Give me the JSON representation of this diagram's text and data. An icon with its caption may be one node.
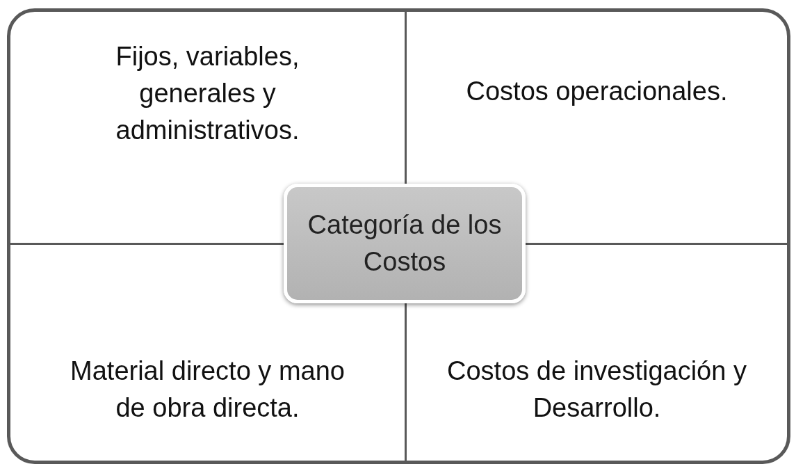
{
  "diagram": {
    "nodes": [
      {
        "text": [],
        "shape": "box"
      },
      {
        "text": [
          "Fijos, variables, generales y administrativos."
        ],
        "in": 0
      },
      {
        "text": [
          "Costos operacionales."
        ],
        "in": 0
      },
      {
        "text": [
          "Categoría de los Costos"
        ],
        "in": 0
      },
      {
        "text": [
          "Material directo y mano de obra directa."
        ],
        "in": 0
      },
      {
        "text": [
          "Costos de investigación y Desarrollo."
        ],
        "in": 0
      }
    ]
  }
}
